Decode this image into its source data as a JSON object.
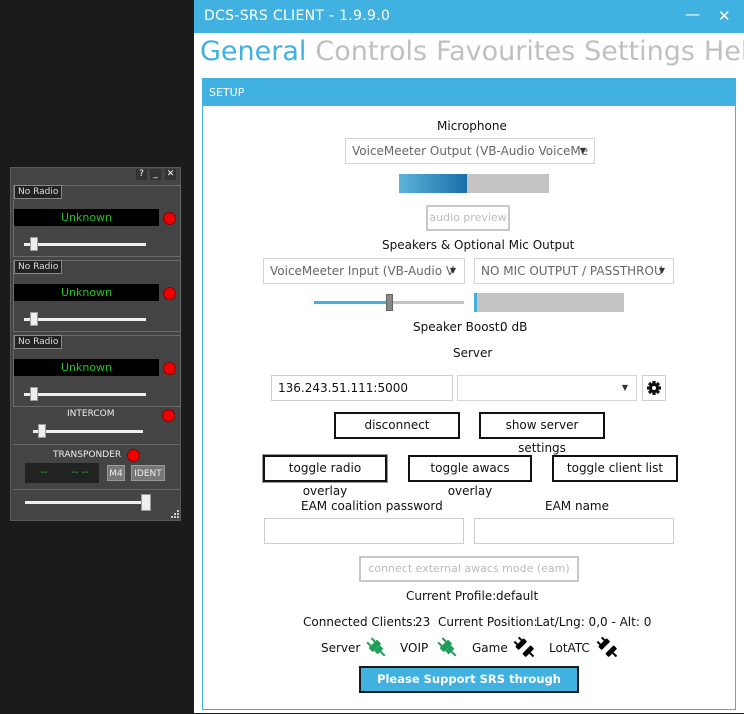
{
  "overlay": {
    "help": "?",
    "minimize": "_",
    "close": "✕",
    "radios": [
      {
        "label": "No Radio",
        "frequency": "Unknown",
        "volume": 0.05
      },
      {
        "label": "No Radio",
        "frequency": "Unknown",
        "volume": 0.05
      },
      {
        "label": "No Radio",
        "frequency": "Unknown",
        "volume": 0.05
      }
    ],
    "intercom": {
      "label": "INTERCOM",
      "volume": 0.05
    },
    "transponder": {
      "label": "TRANSPONDER",
      "mode1": "-- ",
      "mode3": "-- --",
      "m4": "M4",
      "ident": "IDENT"
    },
    "master_volume": 1.0
  },
  "window": {
    "title": "DCS-SRS CLIENT - 1.9.9.0",
    "tabs": [
      "General",
      "Controls",
      "Favourites",
      "Settings",
      "Help"
    ],
    "active_tab": "General",
    "section": "SETUP",
    "microphone": {
      "label": "Microphone",
      "device": "VoiceMeeter Output (VB-Audio VoiceMe",
      "level": 0.45,
      "preview_button": "audio preview"
    },
    "speakers": {
      "label": "Speakers & Optional Mic Output",
      "device": "VoiceMeeter Input (VB-Audio V",
      "mic_output": "NO MIC OUTPUT / PASSTHROU",
      "volume": 0.5,
      "level": 0.02,
      "boost_label": "Speaker Boost:",
      "boost_value": "0 dB"
    },
    "server": {
      "label": "Server",
      "address": "136.243.51.111:5000",
      "preset": "",
      "disconnect": "disconnect",
      "show_settings": "show server settings"
    },
    "toggles": {
      "radio_overlay": "toggle radio overlay",
      "awacs_overlay": "toggle awacs overlay",
      "client_list": "toggle client list"
    },
    "eam": {
      "password_label": "EAM coalition password",
      "name_label": "EAM name",
      "password": "",
      "name": "",
      "connect": "connect external awacs mode (eam)"
    },
    "profile": {
      "label": "Current Profile:",
      "value": "default"
    },
    "clients": {
      "label": "Connected Clients:",
      "value": "23"
    },
    "position": {
      "label": "Current Position:",
      "value": "Lat/Lng: 0,0 - Alt: 0"
    },
    "status": [
      {
        "label": "Server",
        "state": "connected",
        "icon": "plug-connected-icon"
      },
      {
        "label": "VOIP",
        "state": "connected",
        "icon": "plug-connected-icon"
      },
      {
        "label": "Game",
        "state": "disconnected",
        "icon": "plug-disconnected-icon"
      },
      {
        "label": "LotATC",
        "state": "disconnected",
        "icon": "plug-disconnected-icon"
      }
    ],
    "patreon": "Please Support SRS through Patreon",
    "colors": {
      "accent": "#41b1e1",
      "connected": "#1f9e5a",
      "disconnected": "#000000"
    }
  }
}
